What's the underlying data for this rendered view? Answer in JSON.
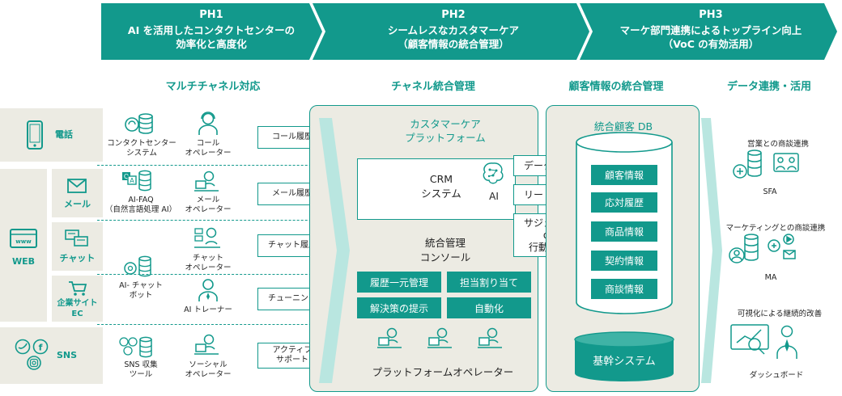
{
  "phases": [
    {
      "id": "PH1",
      "line1": "AI を活用したコンタクトセンターの",
      "line2": "効率化と高度化"
    },
    {
      "id": "PH2",
      "line1": "シームレスなカスタマーケア",
      "line2": "（顧客情報の統合管理）"
    },
    {
      "id": "PH3",
      "line1": "マーケ部門連携によるトップライン向上",
      "line2": "（VoC の有効活用）"
    }
  ],
  "column_heads": {
    "multichannel": "マルチチャネル対応",
    "channel_mgmt": "チャネル統合管理",
    "customer_mgmt": "顧客情報の統合管理",
    "data_link": "データ連携・活用"
  },
  "channels": {
    "phone": "電話",
    "web": "WEB",
    "mail": "メール",
    "chat": "チャット",
    "ec_line1": "企業サイト",
    "ec_line2": "EC",
    "sns": "SNS"
  },
  "systems": {
    "contact_center_1": "コンタクトセンター",
    "contact_center_2": "システム",
    "call_op_1": "コール",
    "call_op_2": "オペレーター",
    "aifaq_1": "AI-FAQ",
    "aifaq_2": "（自然言語処理 AI）",
    "mail_op_1": "メール",
    "mail_op_2": "オペレーター",
    "chat_op_1": "チャット",
    "chat_op_2": "オペレーター",
    "aichatbot_1": "AI- チャット",
    "aichatbot_2": "ボット",
    "ai_trainer": "AI トレーナー",
    "sns_collect_1": "SNS 収集",
    "sns_collect_2": "ツール",
    "social_op_1": "ソーシャル",
    "social_op_2": "オペレーター"
  },
  "histories": {
    "call": "コール履歴",
    "mail": "メール履歴",
    "chat": "チャット履歴",
    "tuning": "チューニング",
    "active_1": "アクティブ",
    "active_2": "サポート"
  },
  "customer_care": {
    "title_1": "カスタマーケア",
    "title_2": "プラットフォーム",
    "crm_1": "CRM",
    "crm_2": "システム",
    "ai": "AI",
    "console_1": "統合管理",
    "console_2": "コンソール",
    "buttons": [
      "履歴一元管理",
      "担当割り当て",
      "解決策の提示",
      "自動化"
    ],
    "platform_operator": "プラットフォームオペレーター"
  },
  "ai_features": {
    "analysis": "データ分析",
    "lead": "リード生成",
    "suggest_1": "サジェスト",
    "suggest_2": "or",
    "suggest_3": "行動示唆"
  },
  "database": {
    "title": "統合顧客 DB",
    "items": [
      "顧客情報",
      "応対履歴",
      "商品情報",
      "契約情報",
      "商談情報"
    ],
    "core_system": "基幹システム"
  },
  "data_usage": {
    "sales_link": "営業との商談連携",
    "sfa": "SFA",
    "marketing_link": "マーケティングとの商談連携",
    "ma": "MA",
    "visual_1": "可視化による継続的改善",
    "dashboard": "ダッシュボード"
  },
  "colors": {
    "primary": "#12998c",
    "panel_bg": "#ecebe3",
    "arrow_light": "#b9e6e0"
  }
}
